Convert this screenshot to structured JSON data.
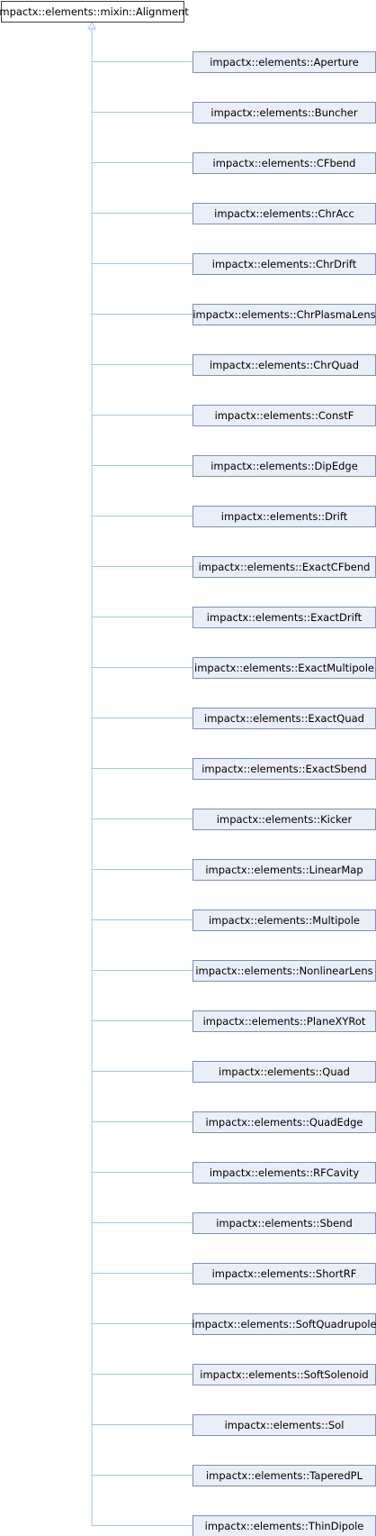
{
  "root": {
    "label": "impactx::elements::mixin::Alignment"
  },
  "children": [
    {
      "label": "impactx::elements::Aperture"
    },
    {
      "label": "impactx::elements::Buncher"
    },
    {
      "label": "impactx::elements::CFbend"
    },
    {
      "label": "impactx::elements::ChrAcc"
    },
    {
      "label": "impactx::elements::ChrDrift"
    },
    {
      "label": "impactx::elements::ChrPlasmaLens"
    },
    {
      "label": "impactx::elements::ChrQuad"
    },
    {
      "label": "impactx::elements::ConstF"
    },
    {
      "label": "impactx::elements::DipEdge"
    },
    {
      "label": "impactx::elements::Drift"
    },
    {
      "label": "impactx::elements::ExactCFbend"
    },
    {
      "label": "impactx::elements::ExactDrift"
    },
    {
      "label": "impactx::elements::ExactMultipole"
    },
    {
      "label": "impactx::elements::ExactQuad"
    },
    {
      "label": "impactx::elements::ExactSbend"
    },
    {
      "label": "impactx::elements::Kicker"
    },
    {
      "label": "impactx::elements::LinearMap"
    },
    {
      "label": "impactx::elements::Multipole"
    },
    {
      "label": "impactx::elements::NonlinearLens"
    },
    {
      "label": "impactx::elements::PlaneXYRot"
    },
    {
      "label": "impactx::elements::Quad"
    },
    {
      "label": "impactx::elements::QuadEdge"
    },
    {
      "label": "impactx::elements::RFCavity"
    },
    {
      "label": "impactx::elements::Sbend"
    },
    {
      "label": "impactx::elements::ShortRF"
    },
    {
      "label": "impactx::elements::SoftQuadrupole"
    },
    {
      "label": "impactx::elements::SoftSolenoid"
    },
    {
      "label": "impactx::elements::Sol"
    },
    {
      "label": "impactx::elements::TaperedPL"
    },
    {
      "label": "impactx::elements::ThinDipole"
    }
  ],
  "colors": {
    "edge": "#a3c4e8",
    "child_fill": "#eaeef7",
    "child_border": "#7b8fb8",
    "root_fill": "#ffffff",
    "root_border": "#3f3f3f"
  }
}
